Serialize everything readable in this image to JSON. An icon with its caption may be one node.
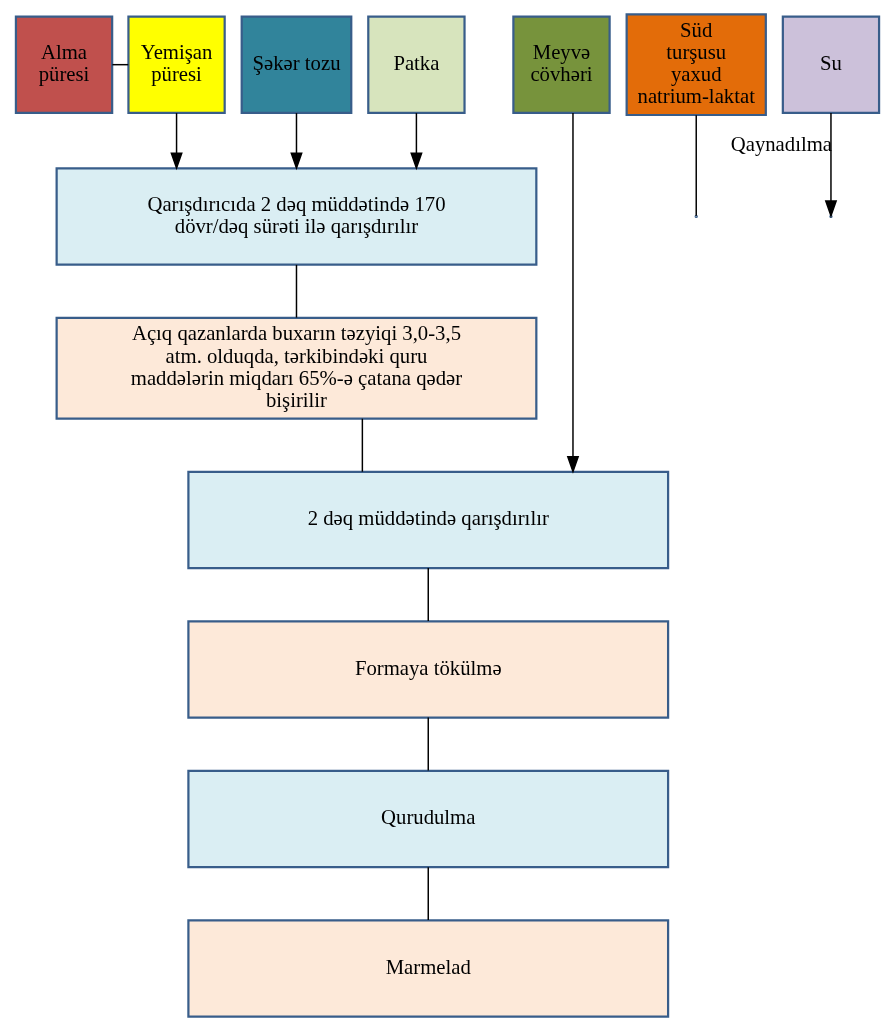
{
  "diagram": {
    "nodes": [
      {
        "text": [
          "Alma püresi"
        ]
      },
      {
        "text": [
          "Yemişan püresi"
        ]
      },
      {
        "text": [
          "Şəkər tozu"
        ]
      },
      {
        "text": [
          "Patka"
        ]
      },
      {
        "text": [
          "Süd turşusu yaxud natrium-laktat"
        ]
      },
      {
        "text": [
          "Meyvə cövhəri"
        ]
      },
      {
        "text": [
          "Su"
        ]
      },
      {
        "text": [
          "Qarışdırıcıda 2 dəq müddətində 170 dövr/dəq sürəti ilə qarışdırılır"
        ]
      },
      {
        "text": [
          "Açıq qazanlarda buxarın təzyiqi 3,0-3,5 atm. olduqda, tərkibindəki quru maddələrin miqdarı 65%-ə çatana qədər bişirilir"
        ]
      },
      {
        "text": [
          "2 dəq müddətində qarışdırılır"
        ]
      },
      {
        "text": [
          "Formaya tökülmə"
        ]
      },
      {
        "text": [
          "Qurudulma"
        ]
      },
      {
        "text": [
          "Marmelad"
        ]
      }
    ],
    "edges": [
      {
        "from": 0,
        "to": 1,
        "arrow": "none"
      },
      {
        "from": 1,
        "to": 7,
        "arrow": "to"
      },
      {
        "from": 2,
        "to": 7,
        "arrow": "to"
      },
      {
        "from": 3,
        "to": 7,
        "arrow": "to"
      },
      {
        "from": 4,
        "to": null,
        "arrow": "none"
      },
      {
        "from": 6,
        "to": null,
        "arrow": "to",
        "label": "Qaynadılma"
      },
      {
        "from": 7,
        "to": 8,
        "arrow": "none"
      },
      {
        "from": 8,
        "to": 9,
        "arrow": "none"
      },
      {
        "from": 5,
        "to": 9,
        "arrow": "to"
      },
      {
        "from": 9,
        "to": 10,
        "arrow": "none"
      },
      {
        "from": 10,
        "to": 11,
        "arrow": "none"
      },
      {
        "from": 11,
        "to": 12,
        "arrow": "none"
      }
    ]
  }
}
